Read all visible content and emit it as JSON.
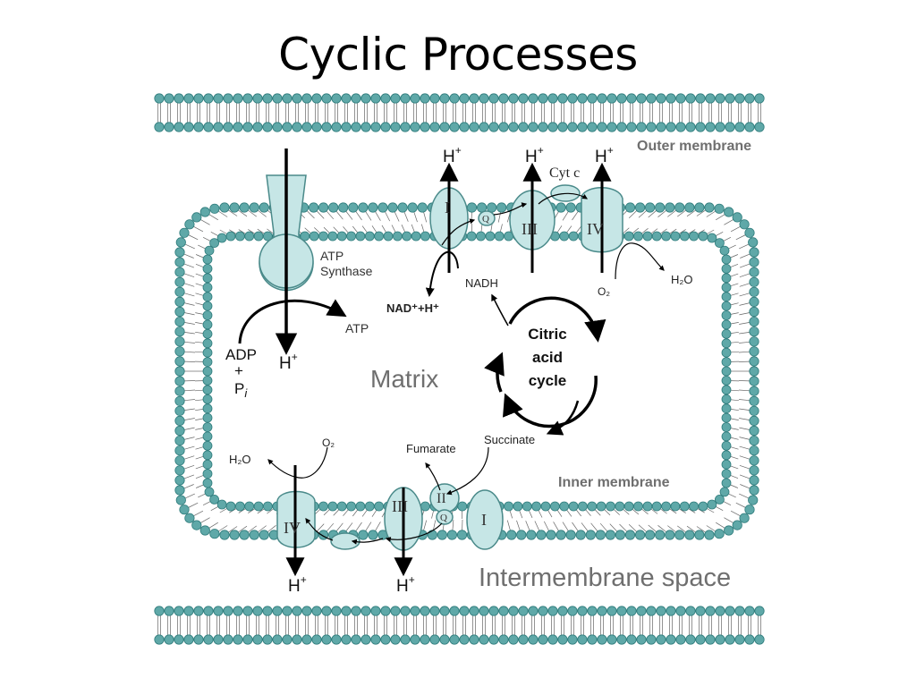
{
  "title": "Cyclic Processes",
  "regions": {
    "outer_membrane": "Outer membrane",
    "inner_membrane": "Inner membrane",
    "matrix": "Matrix",
    "intermembrane_space": "Intermembrane space"
  },
  "atp_synthase": {
    "name_line1": "ATP",
    "name_line2": "Synthase",
    "product": "ATP",
    "reactant_line1": "ADP",
    "reactant_line2": "+",
    "reactant_line3_base": "P",
    "reactant_line3_sub": "i",
    "proton": "H",
    "charge": "+"
  },
  "citric_acid_cycle": {
    "line1": "Citric",
    "line2": "acid",
    "line3": "cycle"
  },
  "complexes": {
    "I": "I",
    "II": "II",
    "III": "III",
    "IV": "IV",
    "Q": "Q"
  },
  "top_chain": {
    "proton": "H",
    "charge": "+",
    "cyt_c": "Cyt c",
    "nadh": "NADH",
    "nad_plus_h": "NAD⁺+H⁺",
    "o2": "O₂",
    "h2o": "H₂O"
  },
  "bottom_chain": {
    "proton": "H",
    "charge": "+",
    "fumarate": "Fumarate",
    "succinate": "Succinate",
    "o2": "O₂",
    "h2o": "H₂O"
  },
  "colors": {
    "membrane_head": "#5fa8a8",
    "membrane_head_stroke": "#2f7c7c",
    "protein_fill": "#c6e6e6",
    "protein_stroke": "#4a8a8a",
    "text_gray": "#6f6f6f"
  }
}
